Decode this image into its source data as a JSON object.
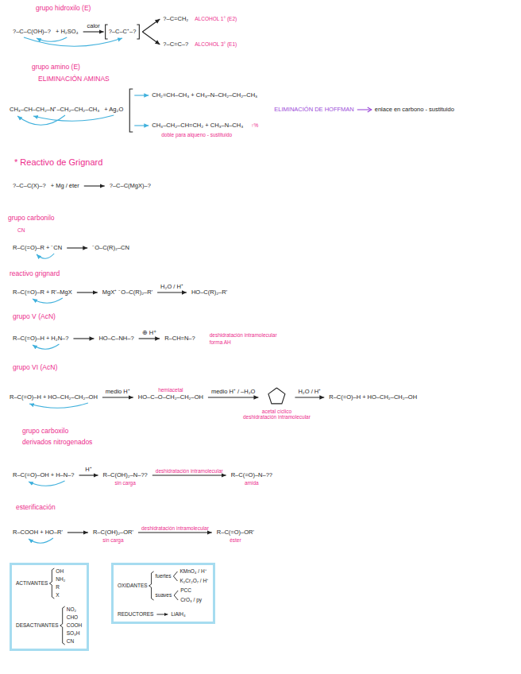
{
  "diagram": {
    "nodes": [
      {
        "text": [
          "ACTIVANTES",
          "OH",
          "NH₂",
          "R",
          "X",
          "DESACTIVANTES",
          "NO₂",
          "CHO",
          "COOH",
          "SO₃H",
          "CN"
        ]
      },
      {
        "text": [
          "OXIDANTES",
          "fuertes",
          "KMnO₄ / H⁺",
          "K₂Cr₂O₇ / H⁺",
          "suaves",
          "PCC",
          "CrO₃ / py",
          "REDUCTORES",
          "LiAlH₄"
        ]
      }
    ],
    "labels": [
      "grupo hidroxilo (E)",
      "?–C–C(OH)–?",
      "+ H₂SO₄",
      "calor",
      "?–C–C⁺–?",
      "?–C=CH₂",
      "ALCOHOL 1° (E2)",
      "?–C=C–?",
      "ALCOHOL 3° (E1)",
      "grupo amino (E)",
      "ELIMINACIÓN AMINAS",
      "CH₃–CH–CH₂–N⁺–CH₂–CH₂–CH₃",
      "+ Ag₂O",
      "CH₂=CH–CH₃ + CH₃–N–CH₂–CH₂–CH₃",
      "CH₃–CH₂–CH=CH₂ + CH₃–N–CH₃",
      "doble para alqueno - sustituido",
      "↑%",
      "ELIMINACIÓN DE HOFFMAN",
      "enlace en carbono - sustituido",
      "* Reactivo de Grignard",
      "?–C–C(X)–?",
      "+ Mg / éter",
      "?–C–C(MgX)–?",
      "grupo carbonilo",
      "CN",
      "R–C(=O)–R + ⁻CN",
      "⁻O–C(R)₂–CN",
      "reactivo grignard",
      "R–C(=O)–R + R'–MgX",
      "MgX⁺ ⁻O–C(R)₂–R'",
      "H₂O / H⁺",
      "HO–C(R)₂–R'",
      "grupo V (AcN)",
      "R–C(=O)–H + H₂N–?",
      "HO–C–NH–?",
      "⊕ H⁺",
      "R–CH=N–?",
      "deshidratación intramolecular",
      "forma AH",
      "grupo VI (AcN)",
      "R–C(=O)–H + HO–CH₂–CH₂–OH",
      "medio H⁺",
      "HO–C–O–CH₂–CH₂–OH",
      "hemiacetal",
      "medio H⁺ / –H₂O",
      "acetal cíclico",
      "deshidratación intramolecular",
      "H₂O / H⁺",
      "R–C(=O)–H + HO–CH₂–CH₂–OH",
      "grupo carboxilo",
      "derivados nitrogenados",
      "R–C(=O)–OH + H–N–?",
      "R–C(OH)₂–N–??",
      "H⁺",
      "sin carga",
      "deshidratación intramolecular",
      "R–C(=O)–N–??",
      "amida",
      "esterificación",
      "R–COOH + HO–R'",
      "R–C(OH)₂–OR'",
      "sin carga",
      "deshidratación intramolecular",
      "R–C(=O)–OR'",
      "éster"
    ]
  }
}
